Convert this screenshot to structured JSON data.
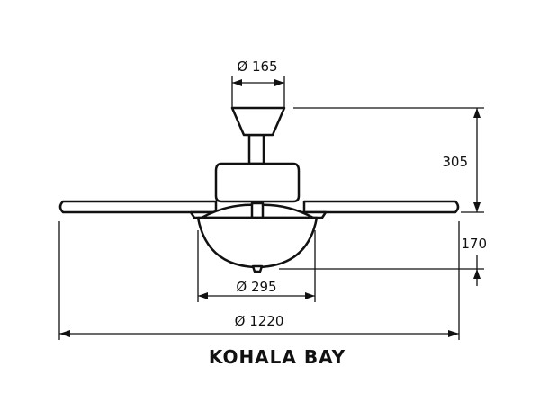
{
  "title": "KOHALA BAY",
  "dimensions": {
    "canopy_diameter": "Ø 165",
    "overall_height": "305",
    "light_drop": "170",
    "bowl_diameter": "Ø 295",
    "blade_span": "Ø 1220"
  },
  "colors": {
    "line": "#111111",
    "background": "#ffffff"
  }
}
